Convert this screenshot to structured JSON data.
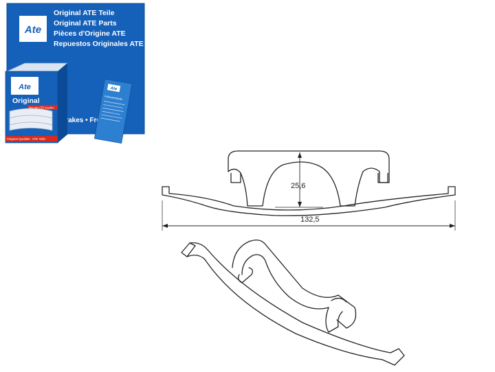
{
  "colors": {
    "box_blue": "#1560b8",
    "box_blue_dark": "#0b4a96",
    "drawing_stroke": "#222222",
    "label_red": "#d62b1e"
  },
  "big_box": {
    "logo": "Ate",
    "lines": [
      "Original ATE Teile",
      "Original ATE Parts",
      "Pièces d'Origine ATE",
      "Repuestos Originales ATE"
    ],
    "bottom_text": "Brakes • Frei"
  },
  "small_box": {
    "logo": "Ate",
    "title": "Original",
    "red_strip_1": "Nur mit ATE Kaufen",
    "red_strip_2": "Original Qualität - ATE Teile"
  },
  "leaflet": {
    "logo": "Ate",
    "title": "Fahrwerksteile"
  },
  "dimensions": {
    "height_label": "25,6",
    "width_label": "132,5"
  }
}
